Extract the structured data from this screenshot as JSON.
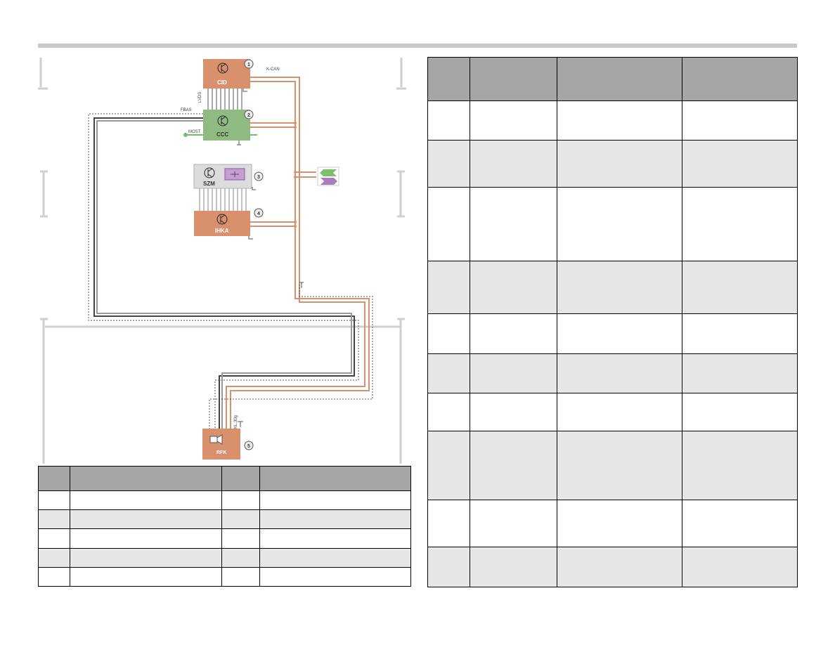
{
  "diagram": {
    "components": [
      {
        "number": "1",
        "label": "CID",
        "color": "#d9906c"
      },
      {
        "number": "2",
        "label": "CCC",
        "color": "#8fba82"
      },
      {
        "number": "3",
        "label": "SZM",
        "color": "#dcdcdc"
      },
      {
        "number": "4",
        "label": "IHKA",
        "color": "#d9906c"
      },
      {
        "number": "5",
        "label": "RFK",
        "color": "#d9906c"
      }
    ],
    "bus_labels": {
      "kcan": "K-CAN",
      "lvds": "LVDS",
      "fbas": "FBAS",
      "most": "MOST",
      "kl30g": "KL.30g"
    },
    "colors": {
      "bus_orange": "#d9906c",
      "most_green": "#6fbf6f",
      "shield_dark": "#555555",
      "arrow_green": "#7fbf6a",
      "arrow_purple": "#a77fbf"
    }
  },
  "legend_table": {
    "header": [
      "",
      "",
      "",
      ""
    ],
    "rows": [
      [
        "",
        "",
        "",
        ""
      ],
      [
        "",
        "",
        "",
        ""
      ],
      [
        "",
        "",
        "",
        ""
      ],
      [
        "",
        "",
        "",
        ""
      ],
      [
        "",
        "",
        "",
        ""
      ]
    ]
  },
  "main_table": {
    "header": [
      "",
      "",
      "",
      ""
    ],
    "rows": [
      [
        "",
        "",
        "",
        ""
      ],
      [
        "",
        "",
        "",
        ""
      ],
      [
        "",
        "",
        "",
        ""
      ],
      [
        "",
        "",
        "",
        ""
      ],
      [
        "",
        "",
        "",
        ""
      ],
      [
        "",
        "",
        "",
        ""
      ],
      [
        "",
        "",
        "",
        ""
      ],
      [
        "",
        "",
        "",
        ""
      ],
      [
        "",
        "",
        "",
        ""
      ],
      [
        "",
        "",
        "",
        ""
      ]
    ]
  }
}
